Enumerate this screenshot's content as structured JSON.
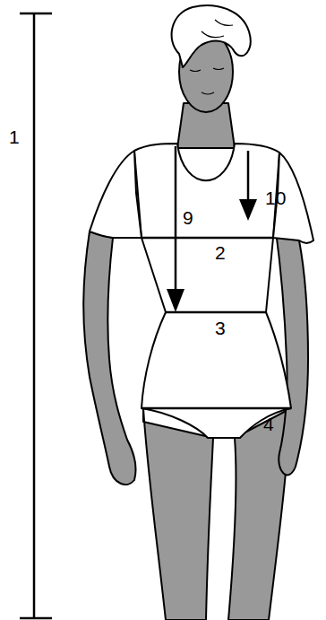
{
  "diagram": {
    "labels": [
      "1",
      "9",
      "10",
      "2",
      "3",
      "4"
    ]
  }
}
